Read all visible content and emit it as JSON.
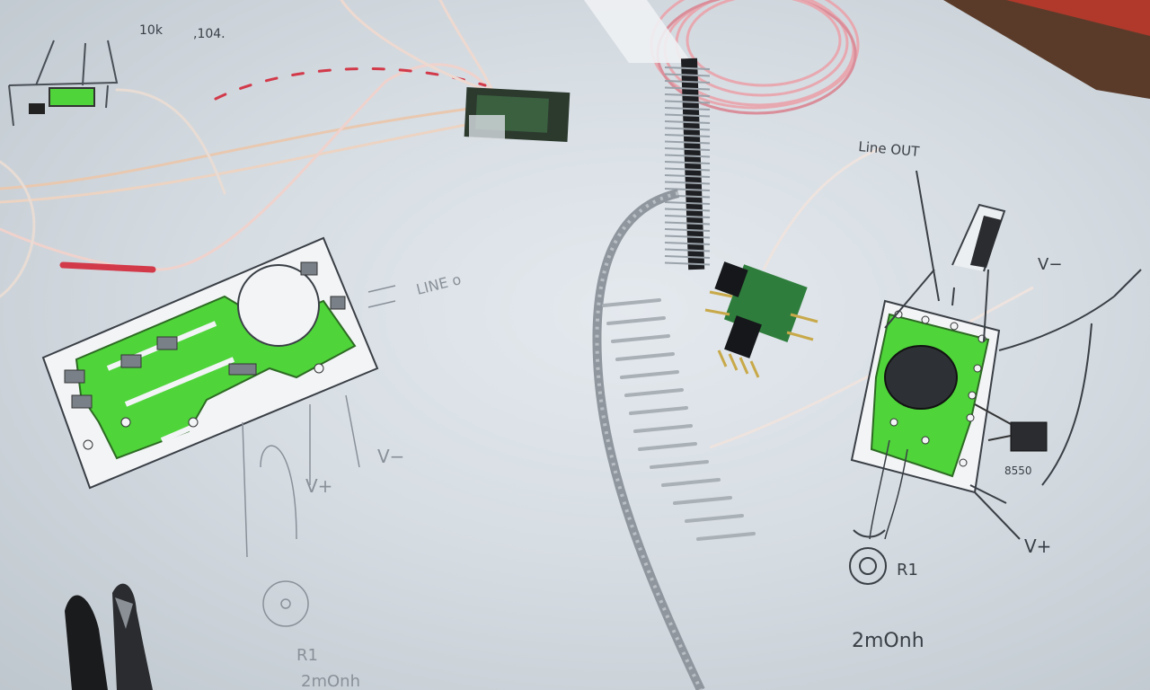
{
  "photo": {
    "alt_subject": "Hand-drawn PCB sketches with soldered receiver modules, wires, pin headers and cutters"
  },
  "top_note": {
    "resistor": "10k",
    "capacitor": ",104."
  },
  "left_board": {
    "line_out": "LINE o",
    "v_plus": "V+",
    "v_minus": "V−",
    "resistor_label": "R1",
    "resistance": "2mOnh"
  },
  "right_board": {
    "line_out": "Line OUT",
    "v_minus": "V−",
    "v_plus": "V+",
    "transistor": "8550",
    "resistor_label": "R1",
    "resistance": "2mOnh"
  },
  "colors": {
    "paper": "#dfe5ea",
    "pcb_green": "#4fd43a",
    "ink": "#3a3f46",
    "wire_pink": "#e8a8b0",
    "wire_red": "#d23a4a"
  }
}
